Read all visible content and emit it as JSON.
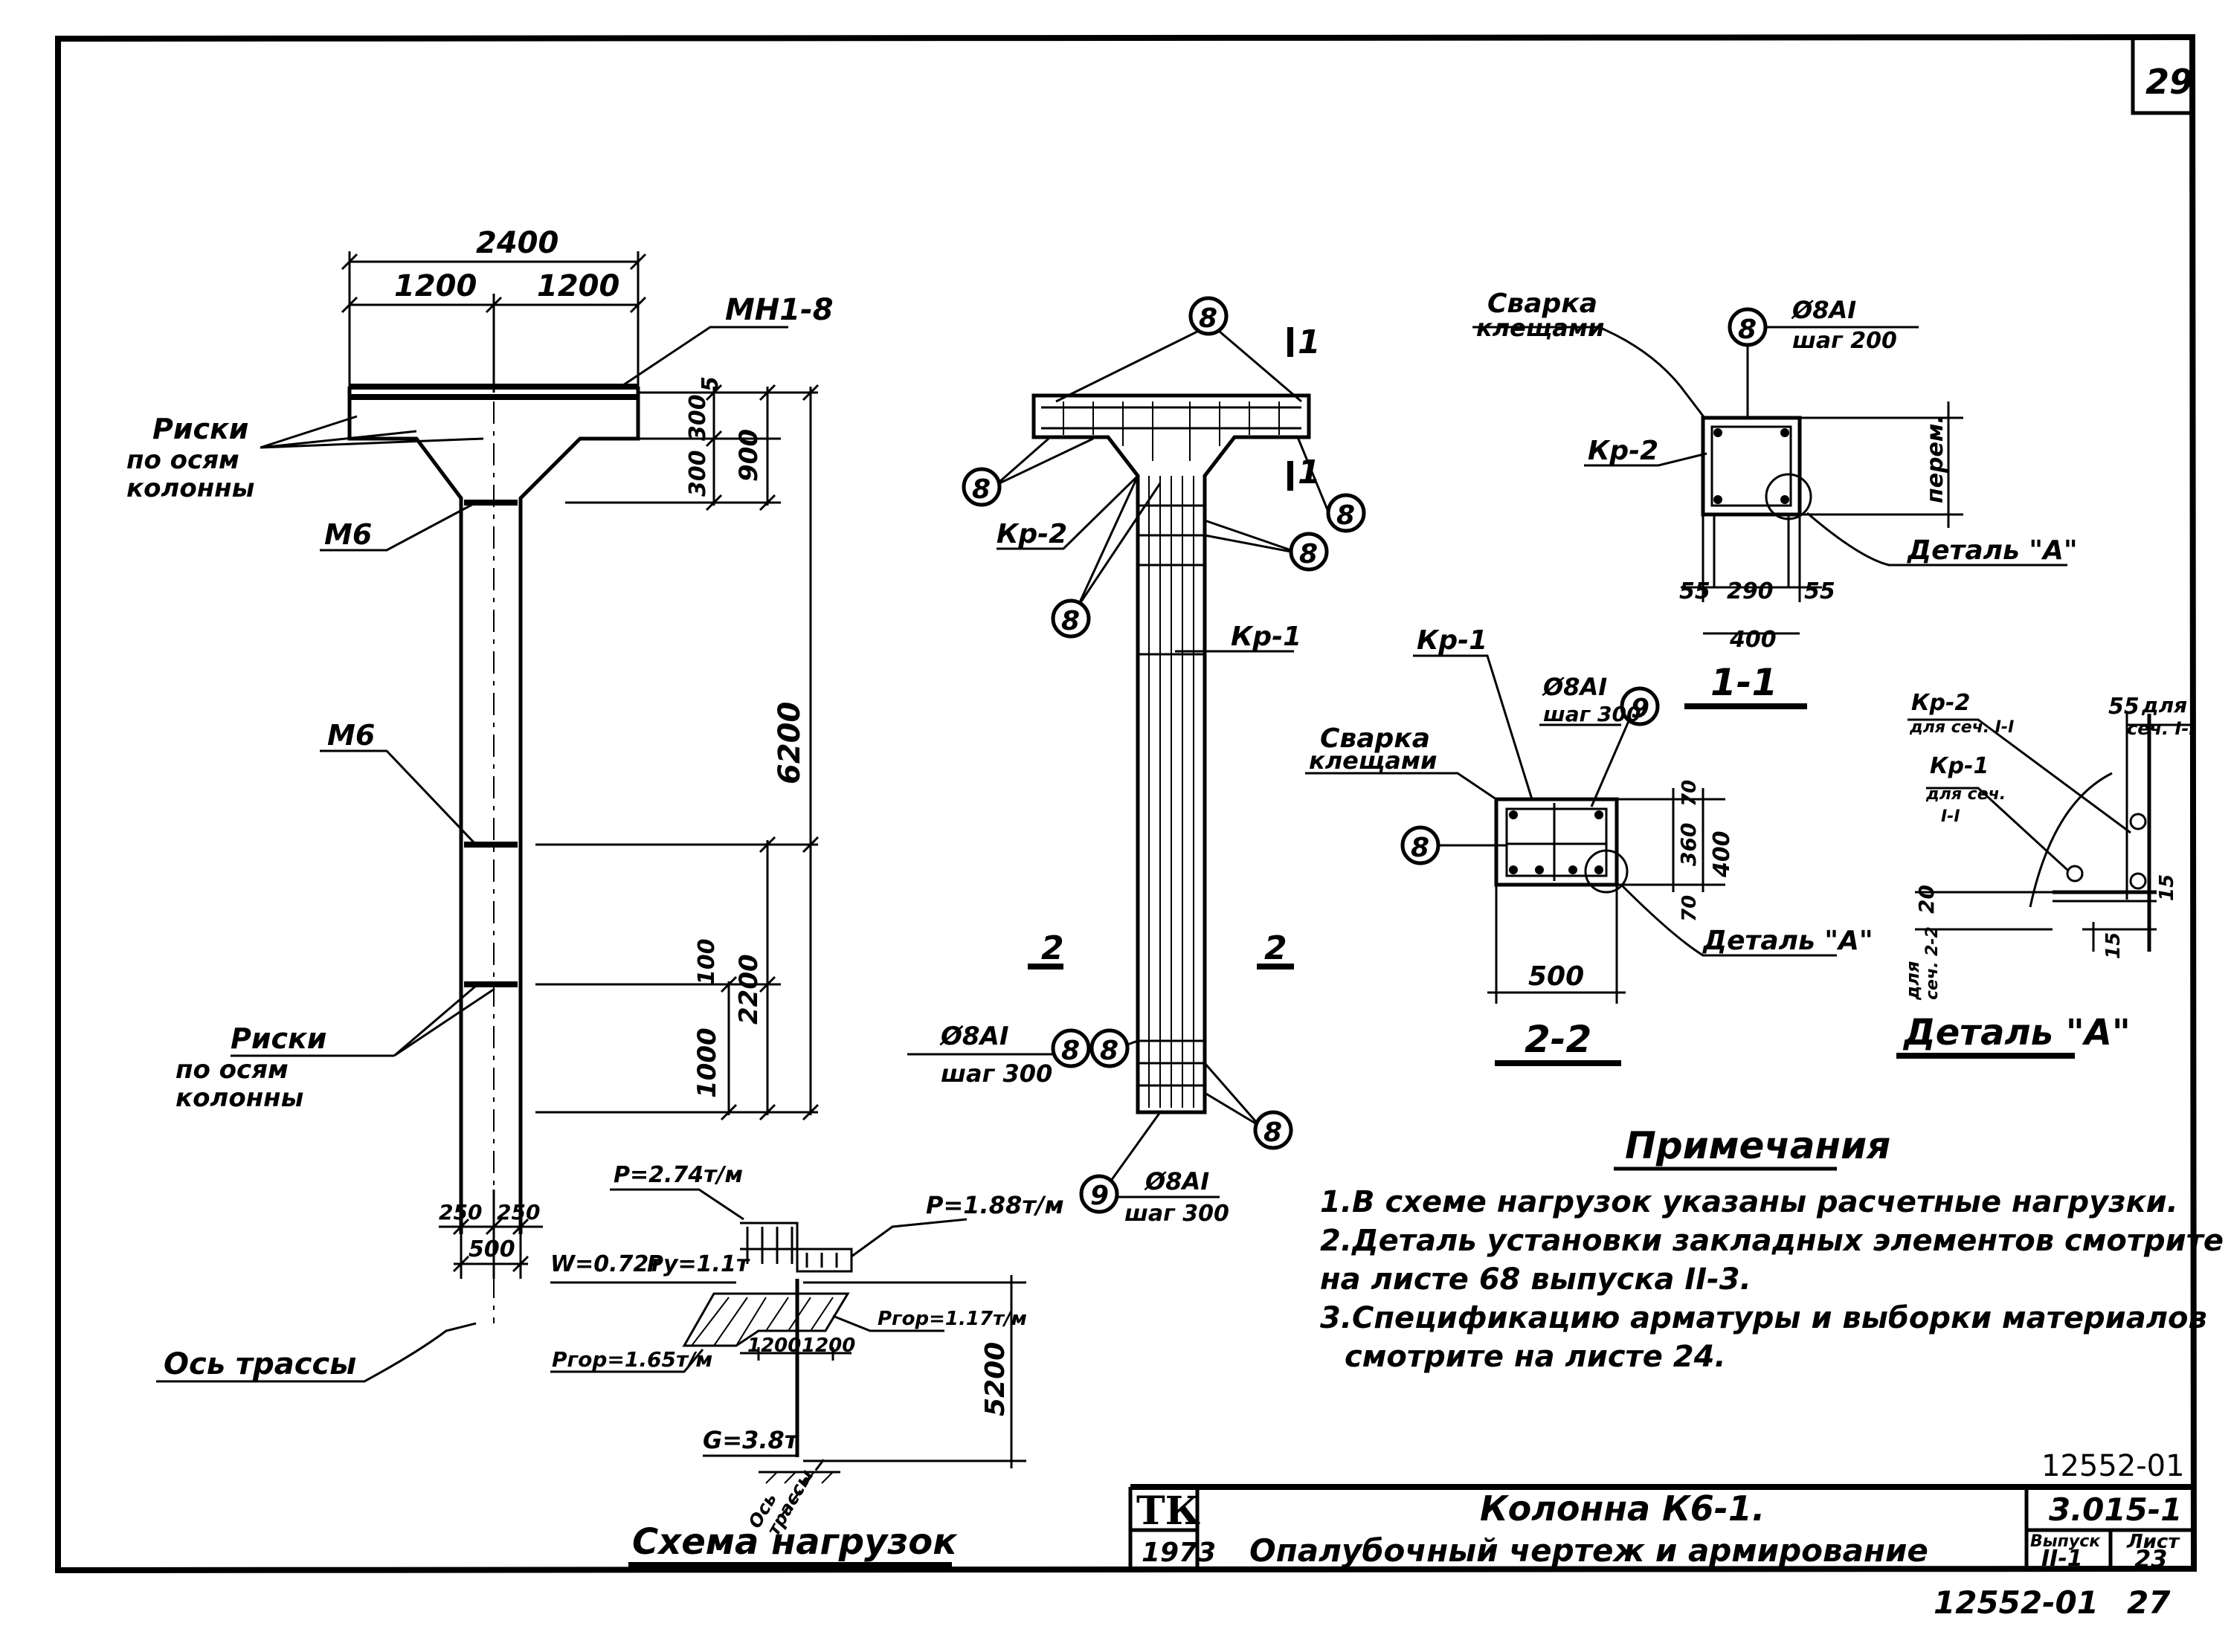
{
  "sheet": {
    "page_number": "29",
    "doc_code_upper": "12552-01",
    "bottom_stamp_code": "12552-01",
    "bottom_stamp_page": "27"
  },
  "elevation": {
    "dim_overall": "2400",
    "dim_left": "1200",
    "dim_right": "1200",
    "plate_mark": "МН1-8",
    "dim_head_1": "300",
    "dim_head_2": "300",
    "dim_head_3": "5",
    "dim_head_total": "900",
    "dim_height": "6200",
    "dim_lower_1": "100",
    "dim_lower_2": "2200",
    "dim_lower_3": "1000",
    "marks_top": [
      "Риски",
      "по осям",
      "колонны"
    ],
    "marks_bottom": [
      "Риски",
      "по осям",
      "колонны"
    ],
    "embed_1": "М6",
    "embed_2": "М6",
    "dim_base_1": "250",
    "dim_base_2": "250",
    "dim_base_total": "500",
    "axis_label": "Ось трассы"
  },
  "reinforcement": {
    "section_mark": "1",
    "section2_mark": "2",
    "bubble_main": "8",
    "bubble_9": "9",
    "kr1": "Кр-1",
    "kr2": "Кр-2",
    "stirrup_1": "Ø8АI",
    "stirrup_1_step": "шаг 300",
    "stirrup_2": "Ø8АI",
    "stirrup_2_step": "шаг 300"
  },
  "section_1_1": {
    "weld": [
      "Сварка",
      "клещами"
    ],
    "bubble": "8",
    "stirrup": "Ø8АI",
    "step": "шаг 200",
    "kr": "Кр-2",
    "dim_side": "перем.",
    "detail": "Деталь \"А\"",
    "dim_a": "55",
    "dim_b": "290",
    "dim_c": "55",
    "dim_total": "400",
    "title": "1-1"
  },
  "section_2_2": {
    "kr": "Кр-1",
    "stirrup": "Ø8АI",
    "step": "шаг 300",
    "bubble_9": "9",
    "weld": [
      "Сварка",
      "клещами"
    ],
    "bubble_8": "8",
    "dim_v1": "70",
    "dim_v2": "360",
    "dim_v3": "70",
    "dim_v_total": "400",
    "detail": "Деталь \"А\"",
    "dim_width": "500",
    "title": "2-2"
  },
  "detail_a": {
    "kr2": "Кр-2",
    "kr2_sub": "для сеч. I-I",
    "kr1": "Кр-1",
    "kr1_sub": [
      "для сеч.",
      "I-I"
    ],
    "dim_55": "55",
    "dim_55_sub": [
      "для",
      "сеч. I-I"
    ],
    "dim_15": "15",
    "dim_15b": "15",
    "dim_20": "20",
    "dim_side": [
      "для",
      "сеч. 2-2"
    ],
    "title": "Деталь \"А\""
  },
  "notes": {
    "title": "Примечания",
    "lines": [
      "1.В схеме нагрузок указаны расчетные нагрузки.",
      "2.Деталь установки закладных элементов смотрите",
      "на листе 68 выпуска II-3.",
      "3.Спецификацию арматуры и выборки материалов",
      "смотрите на листе 24."
    ]
  },
  "load_scheme": {
    "title": "Схема нагрузок",
    "p_left": "P=2.74т/м",
    "p_right": "P=1.88т/м",
    "w": "W=0.72т",
    "py": "Py=1.1т",
    "p_hor_left": "Pгор=1.65т/м",
    "p_hor_right": "Pгор=1.17т/м",
    "dim_1": "1200",
    "dim_2": "1200",
    "dim_h": "5200",
    "g": "G=3.8т",
    "axis": [
      "Ось",
      "трассы"
    ]
  },
  "title_block": {
    "logo": "ТК",
    "year": "1973",
    "name": "Колонна К6-1.",
    "subtitle": "Опалубочный чертеж и армирование",
    "series": "3.015-1",
    "issue_label": "Выпуск",
    "issue": "II-1",
    "sheet_label": "Лист",
    "sheet": "23"
  }
}
